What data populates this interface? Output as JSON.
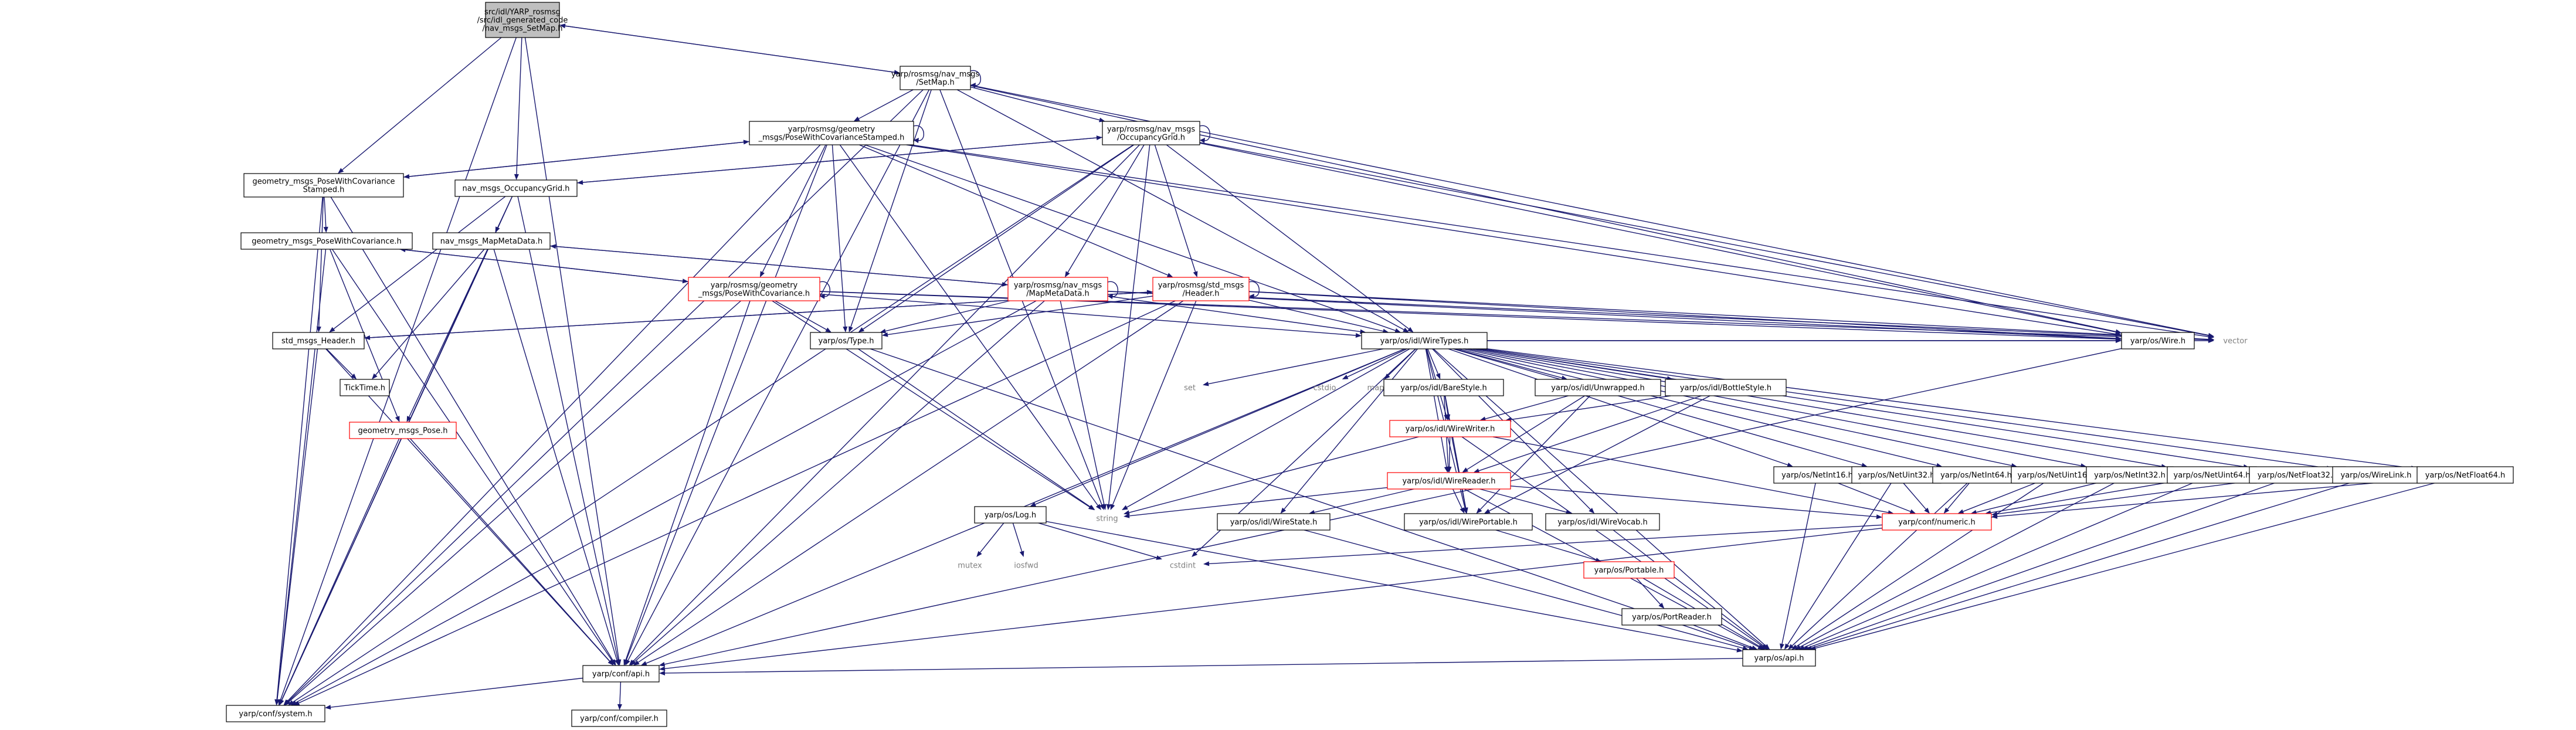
{
  "nodes": [
    {
      "id": "root",
      "lines": [
        "src/idl/YARP_rosmsg",
        "/src/idl_generated_code",
        "/nav_msgs_SetMap.h"
      ],
      "kind": "root"
    },
    {
      "id": "nav_SetMap",
      "lines": [
        "yarp/rosmsg/nav_msgs",
        "/SetMap.h"
      ],
      "kind": "normal"
    },
    {
      "id": "geom_PWCS_rosmsg",
      "lines": [
        "yarp/rosmsg/geometry",
        "_msgs/PoseWithCovarianceStamped.h"
      ],
      "kind": "normal"
    },
    {
      "id": "nav_OccGrid_rosmsg",
      "lines": [
        "yarp/rosmsg/nav_msgs",
        "/OccupancyGrid.h"
      ],
      "kind": "normal"
    },
    {
      "id": "geom_PWCS",
      "lines": [
        "geometry_msgs_PoseWithCovariance",
        "Stamped.h"
      ],
      "kind": "normal"
    },
    {
      "id": "nav_OccGrid",
      "lines": [
        "nav_msgs_OccupancyGrid.h"
      ],
      "kind": "normal"
    },
    {
      "id": "geom_PWC",
      "lines": [
        "geometry_msgs_PoseWithCovariance.h"
      ],
      "kind": "normal"
    },
    {
      "id": "nav_MapMeta",
      "lines": [
        "nav_msgs_MapMetaData.h"
      ],
      "kind": "normal"
    },
    {
      "id": "geom_PWC_rosmsg",
      "lines": [
        "yarp/rosmsg/geometry",
        "_msgs/PoseWithCovariance.h"
      ],
      "kind": "red"
    },
    {
      "id": "nav_MapMeta_rosmsg",
      "lines": [
        "yarp/rosmsg/nav_msgs",
        "/MapMetaData.h"
      ],
      "kind": "red"
    },
    {
      "id": "std_Header_rosmsg",
      "lines": [
        "yarp/rosmsg/std_msgs",
        "/Header.h"
      ],
      "kind": "red"
    },
    {
      "id": "std_Header",
      "lines": [
        "std_msgs_Header.h"
      ],
      "kind": "normal"
    },
    {
      "id": "os_Type",
      "lines": [
        "yarp/os/Type.h"
      ],
      "kind": "normal"
    },
    {
      "id": "WireTypes",
      "lines": [
        "yarp/os/idl/WireTypes.h"
      ],
      "kind": "normal"
    },
    {
      "id": "TickTime",
      "lines": [
        "TickTime.h"
      ],
      "kind": "normal"
    },
    {
      "id": "geom_Pose",
      "lines": [
        "geometry_msgs_Pose.h"
      ],
      "kind": "red"
    },
    {
      "id": "set",
      "lines": [
        "set"
      ],
      "kind": "plain"
    },
    {
      "id": "cstdio",
      "lines": [
        "cstdio"
      ],
      "kind": "plain"
    },
    {
      "id": "map",
      "lines": [
        "map"
      ],
      "kind": "plain"
    },
    {
      "id": "BareStyle",
      "lines": [
        "yarp/os/idl/BareStyle.h"
      ],
      "kind": "normal"
    },
    {
      "id": "Unwrapped",
      "lines": [
        "yarp/os/idl/Unwrapped.h"
      ],
      "kind": "normal"
    },
    {
      "id": "BottleStyle",
      "lines": [
        "yarp/os/idl/BottleStyle.h"
      ],
      "kind": "normal"
    },
    {
      "id": "os_Wire",
      "lines": [
        "yarp/os/Wire.h"
      ],
      "kind": "normal"
    },
    {
      "id": "vector",
      "lines": [
        "vector"
      ],
      "kind": "plain"
    },
    {
      "id": "WireWriter",
      "lines": [
        "yarp/os/idl/WireWriter.h"
      ],
      "kind": "red"
    },
    {
      "id": "WireReader",
      "lines": [
        "yarp/os/idl/WireReader.h"
      ],
      "kind": "red"
    },
    {
      "id": "NetInt16",
      "lines": [
        "yarp/os/NetInt16.h"
      ],
      "kind": "normal"
    },
    {
      "id": "NetUint32",
      "lines": [
        "yarp/os/NetUint32.h"
      ],
      "kind": "normal"
    },
    {
      "id": "NetInt64",
      "lines": [
        "yarp/os/NetInt64.h"
      ],
      "kind": "normal"
    },
    {
      "id": "NetUint16",
      "lines": [
        "yarp/os/NetUint16.h"
      ],
      "kind": "normal"
    },
    {
      "id": "NetInt32",
      "lines": [
        "yarp/os/NetInt32.h"
      ],
      "kind": "normal"
    },
    {
      "id": "NetUint64",
      "lines": [
        "yarp/os/NetUint64.h"
      ],
      "kind": "normal"
    },
    {
      "id": "NetFloat32",
      "lines": [
        "yarp/os/NetFloat32.h"
      ],
      "kind": "normal"
    },
    {
      "id": "WireLink",
      "lines": [
        "yarp/os/WireLink.h"
      ],
      "kind": "normal"
    },
    {
      "id": "NetFloat64",
      "lines": [
        "yarp/os/NetFloat64.h"
      ],
      "kind": "normal"
    },
    {
      "id": "os_Log",
      "lines": [
        "yarp/os/Log.h"
      ],
      "kind": "normal"
    },
    {
      "id": "string",
      "lines": [
        "string"
      ],
      "kind": "plain"
    },
    {
      "id": "WireState",
      "lines": [
        "yarp/os/idl/WireState.h"
      ],
      "kind": "normal"
    },
    {
      "id": "WirePortable",
      "lines": [
        "yarp/os/idl/WirePortable.h"
      ],
      "kind": "normal"
    },
    {
      "id": "WireVocab",
      "lines": [
        "yarp/os/idl/WireVocab.h"
      ],
      "kind": "normal"
    },
    {
      "id": "confNumeric",
      "lines": [
        "yarp/conf/numeric.h"
      ],
      "kind": "red"
    },
    {
      "id": "mutex",
      "lines": [
        "mutex"
      ],
      "kind": "plain"
    },
    {
      "id": "iosfwd",
      "lines": [
        "iosfwd"
      ],
      "kind": "plain"
    },
    {
      "id": "cstdint",
      "lines": [
        "cstdint"
      ],
      "kind": "plain"
    },
    {
      "id": "os_Portable",
      "lines": [
        "yarp/os/Portable.h"
      ],
      "kind": "red"
    },
    {
      "id": "PortReader",
      "lines": [
        "yarp/os/PortReader.h"
      ],
      "kind": "normal"
    },
    {
      "id": "os_api",
      "lines": [
        "yarp/os/api.h"
      ],
      "kind": "normal"
    },
    {
      "id": "conf_api",
      "lines": [
        "yarp/conf/api.h"
      ],
      "kind": "normal"
    },
    {
      "id": "conf_system",
      "lines": [
        "yarp/conf/system.h"
      ],
      "kind": "normal"
    },
    {
      "id": "conf_compiler",
      "lines": [
        "yarp/conf/compiler.h"
      ],
      "kind": "normal"
    }
  ],
  "edges": [
    [
      "root",
      "nav_SetMap"
    ],
    [
      "root",
      "geom_PWCS"
    ],
    [
      "root",
      "nav_OccGrid"
    ],
    [
      "root",
      "conf_api"
    ],
    [
      "root",
      "conf_system"
    ],
    [
      "nav_SetMap",
      "root"
    ],
    [
      "nav_SetMap",
      "nav_SetMap"
    ],
    [
      "nav_SetMap",
      "geom_PWCS_rosmsg"
    ],
    [
      "nav_SetMap",
      "nav_OccGrid_rosmsg"
    ],
    [
      "nav_SetMap",
      "os_Type"
    ],
    [
      "nav_SetMap",
      "WireTypes"
    ],
    [
      "nav_SetMap",
      "os_Wire"
    ],
    [
      "nav_SetMap",
      "vector"
    ],
    [
      "nav_SetMap",
      "string"
    ],
    [
      "nav_SetMap",
      "conf_api"
    ],
    [
      "nav_SetMap",
      "conf_system"
    ],
    [
      "geom_PWCS_rosmsg",
      "geom_PWCS_rosmsg"
    ],
    [
      "geom_PWCS_rosmsg",
      "geom_PWCS"
    ],
    [
      "geom_PWCS_rosmsg",
      "geom_PWC_rosmsg"
    ],
    [
      "geom_PWCS_rosmsg",
      "std_Header_rosmsg"
    ],
    [
      "geom_PWCS_rosmsg",
      "os_Type"
    ],
    [
      "geom_PWCS_rosmsg",
      "WireTypes"
    ],
    [
      "geom_PWCS_rosmsg",
      "os_Wire"
    ],
    [
      "geom_PWCS_rosmsg",
      "vector"
    ],
    [
      "geom_PWCS_rosmsg",
      "string"
    ],
    [
      "geom_PWCS_rosmsg",
      "conf_api"
    ],
    [
      "geom_PWCS_rosmsg",
      "conf_system"
    ],
    [
      "nav_OccGrid_rosmsg",
      "nav_OccGrid_rosmsg"
    ],
    [
      "nav_OccGrid_rosmsg",
      "nav_OccGrid"
    ],
    [
      "nav_OccGrid_rosmsg",
      "nav_MapMeta_rosmsg"
    ],
    [
      "nav_OccGrid_rosmsg",
      "std_Header_rosmsg"
    ],
    [
      "nav_OccGrid_rosmsg",
      "os_Type"
    ],
    [
      "nav_OccGrid_rosmsg",
      "WireTypes"
    ],
    [
      "nav_OccGrid_rosmsg",
      "os_Wire"
    ],
    [
      "nav_OccGrid_rosmsg",
      "vector"
    ],
    [
      "nav_OccGrid_rosmsg",
      "string"
    ],
    [
      "nav_OccGrid_rosmsg",
      "conf_api"
    ],
    [
      "nav_OccGrid_rosmsg",
      "conf_system"
    ],
    [
      "geom_PWCS",
      "geom_PWCS_rosmsg"
    ],
    [
      "geom_PWCS",
      "geom_PWC"
    ],
    [
      "geom_PWCS",
      "std_Header"
    ],
    [
      "geom_PWCS",
      "conf_api"
    ],
    [
      "geom_PWCS",
      "conf_system"
    ],
    [
      "nav_OccGrid",
      "nav_OccGrid_rosmsg"
    ],
    [
      "nav_OccGrid",
      "nav_MapMeta"
    ],
    [
      "nav_OccGrid",
      "std_Header"
    ],
    [
      "nav_OccGrid",
      "conf_api"
    ],
    [
      "nav_OccGrid",
      "conf_system"
    ],
    [
      "geom_PWC",
      "geom_PWC_rosmsg"
    ],
    [
      "geom_PWC",
      "geom_Pose"
    ],
    [
      "geom_PWC",
      "conf_api"
    ],
    [
      "geom_PWC",
      "conf_system"
    ],
    [
      "nav_MapMeta",
      "nav_MapMeta_rosmsg"
    ],
    [
      "nav_MapMeta",
      "TickTime"
    ],
    [
      "nav_MapMeta",
      "geom_Pose"
    ],
    [
      "nav_MapMeta",
      "conf_api"
    ],
    [
      "nav_MapMeta",
      "conf_system"
    ],
    [
      "geom_PWC_rosmsg",
      "geom_PWC_rosmsg"
    ],
    [
      "geom_PWC_rosmsg",
      "geom_PWC"
    ],
    [
      "geom_PWC_rosmsg",
      "os_Type"
    ],
    [
      "geom_PWC_rosmsg",
      "WireTypes"
    ],
    [
      "geom_PWC_rosmsg",
      "os_Wire"
    ],
    [
      "geom_PWC_rosmsg",
      "vector"
    ],
    [
      "geom_PWC_rosmsg",
      "string"
    ],
    [
      "geom_PWC_rosmsg",
      "conf_api"
    ],
    [
      "geom_PWC_rosmsg",
      "conf_system"
    ],
    [
      "nav_MapMeta_rosmsg",
      "nav_MapMeta_rosmsg"
    ],
    [
      "nav_MapMeta_rosmsg",
      "nav_MapMeta"
    ],
    [
      "nav_MapMeta_rosmsg",
      "os_Type"
    ],
    [
      "nav_MapMeta_rosmsg",
      "WireTypes"
    ],
    [
      "nav_MapMeta_rosmsg",
      "os_Wire"
    ],
    [
      "nav_MapMeta_rosmsg",
      "vector"
    ],
    [
      "nav_MapMeta_rosmsg",
      "string"
    ],
    [
      "nav_MapMeta_rosmsg",
      "conf_api"
    ],
    [
      "nav_MapMeta_rosmsg",
      "conf_system"
    ],
    [
      "std_Header_rosmsg",
      "std_Header_rosmsg"
    ],
    [
      "std_Header_rosmsg",
      "std_Header"
    ],
    [
      "std_Header_rosmsg",
      "os_Type"
    ],
    [
      "std_Header_rosmsg",
      "WireTypes"
    ],
    [
      "std_Header_rosmsg",
      "os_Wire"
    ],
    [
      "std_Header_rosmsg",
      "vector"
    ],
    [
      "std_Header_rosmsg",
      "string"
    ],
    [
      "std_Header_rosmsg",
      "conf_api"
    ],
    [
      "std_Header_rosmsg",
      "conf_system"
    ],
    [
      "std_Header",
      "std_Header_rosmsg"
    ],
    [
      "std_Header",
      "TickTime"
    ],
    [
      "std_Header",
      "conf_api"
    ],
    [
      "std_Header",
      "conf_system"
    ],
    [
      "geom_Pose",
      "conf_api"
    ],
    [
      "geom_Pose",
      "conf_system"
    ],
    [
      "os_Type",
      "string"
    ],
    [
      "os_Type",
      "os_api"
    ],
    [
      "WireTypes",
      "set"
    ],
    [
      "WireTypes",
      "cstdio"
    ],
    [
      "WireTypes",
      "map"
    ],
    [
      "WireTypes",
      "BareStyle"
    ],
    [
      "WireTypes",
      "Unwrapped"
    ],
    [
      "WireTypes",
      "BottleStyle"
    ],
    [
      "WireTypes",
      "os_Wire"
    ],
    [
      "WireTypes",
      "vector"
    ],
    [
      "WireTypes",
      "WireState"
    ],
    [
      "WireTypes",
      "WirePortable"
    ],
    [
      "WireTypes",
      "WireVocab"
    ],
    [
      "WireTypes",
      "WireReader"
    ],
    [
      "WireTypes",
      "WireWriter"
    ],
    [
      "WireTypes",
      "os_Log"
    ],
    [
      "WireTypes",
      "string"
    ],
    [
      "WireTypes",
      "cstdint"
    ],
    [
      "WireTypes",
      "NetInt16"
    ],
    [
      "WireTypes",
      "NetUint32"
    ],
    [
      "WireTypes",
      "NetInt64"
    ],
    [
      "WireTypes",
      "NetUint16"
    ],
    [
      "WireTypes",
      "NetInt32"
    ],
    [
      "WireTypes",
      "NetUint64"
    ],
    [
      "WireTypes",
      "NetFloat32"
    ],
    [
      "WireTypes",
      "WireLink"
    ],
    [
      "WireTypes",
      "NetFloat64"
    ],
    [
      "WireTypes",
      "os_api"
    ],
    [
      "WireTypes",
      "conf_api"
    ],
    [
      "BareStyle",
      "WireWriter"
    ],
    [
      "BareStyle",
      "WireReader"
    ],
    [
      "BareStyle",
      "WirePortable"
    ],
    [
      "Unwrapped",
      "WireWriter"
    ],
    [
      "Unwrapped",
      "WireReader"
    ],
    [
      "Unwrapped",
      "WirePortable"
    ],
    [
      "BottleStyle",
      "WireWriter"
    ],
    [
      "BottleStyle",
      "WireReader"
    ],
    [
      "BottleStyle",
      "WirePortable"
    ],
    [
      "WireWriter",
      "WireReader"
    ],
    [
      "WireWriter",
      "string"
    ],
    [
      "WireWriter",
      "confNumeric"
    ],
    [
      "WireWriter",
      "os_api"
    ],
    [
      "WireWriter",
      "WirePortable"
    ],
    [
      "WireReader",
      "WireState"
    ],
    [
      "WireReader",
      "WirePortable"
    ],
    [
      "WireReader",
      "WireVocab"
    ],
    [
      "WireReader",
      "string"
    ],
    [
      "WireReader",
      "confNumeric"
    ],
    [
      "WireReader",
      "os_api"
    ],
    [
      "NetInt16",
      "confNumeric"
    ],
    [
      "NetInt16",
      "os_api"
    ],
    [
      "NetUint32",
      "confNumeric"
    ],
    [
      "NetUint32",
      "os_api"
    ],
    [
      "NetInt64",
      "confNumeric"
    ],
    [
      "NetInt64",
      "os_api"
    ],
    [
      "NetUint16",
      "confNumeric"
    ],
    [
      "NetUint16",
      "os_api"
    ],
    [
      "NetInt32",
      "confNumeric"
    ],
    [
      "NetInt32",
      "os_api"
    ],
    [
      "NetUint64",
      "confNumeric"
    ],
    [
      "NetUint64",
      "os_api"
    ],
    [
      "NetFloat32",
      "confNumeric"
    ],
    [
      "NetFloat32",
      "os_api"
    ],
    [
      "WireLink",
      "os_api"
    ],
    [
      "NetFloat64",
      "confNumeric"
    ],
    [
      "NetFloat64",
      "os_api"
    ],
    [
      "os_Log",
      "mutex"
    ],
    [
      "os_Log",
      "iosfwd"
    ],
    [
      "os_Log",
      "cstdint"
    ],
    [
      "os_Log",
      "os_api"
    ],
    [
      "WireState",
      "os_api"
    ],
    [
      "WirePortable",
      "os_Portable"
    ],
    [
      "WireVocab",
      "os_api"
    ],
    [
      "confNumeric",
      "cstdint"
    ],
    [
      "confNumeric",
      "conf_api"
    ],
    [
      "os_Portable",
      "PortReader"
    ],
    [
      "os_Portable",
      "os_api"
    ],
    [
      "PortReader",
      "os_api"
    ],
    [
      "os_Wire",
      "conf_api"
    ],
    [
      "os_api",
      "conf_api"
    ],
    [
      "conf_api",
      "conf_system"
    ],
    [
      "conf_api",
      "conf_compiler"
    ]
  ]
}
